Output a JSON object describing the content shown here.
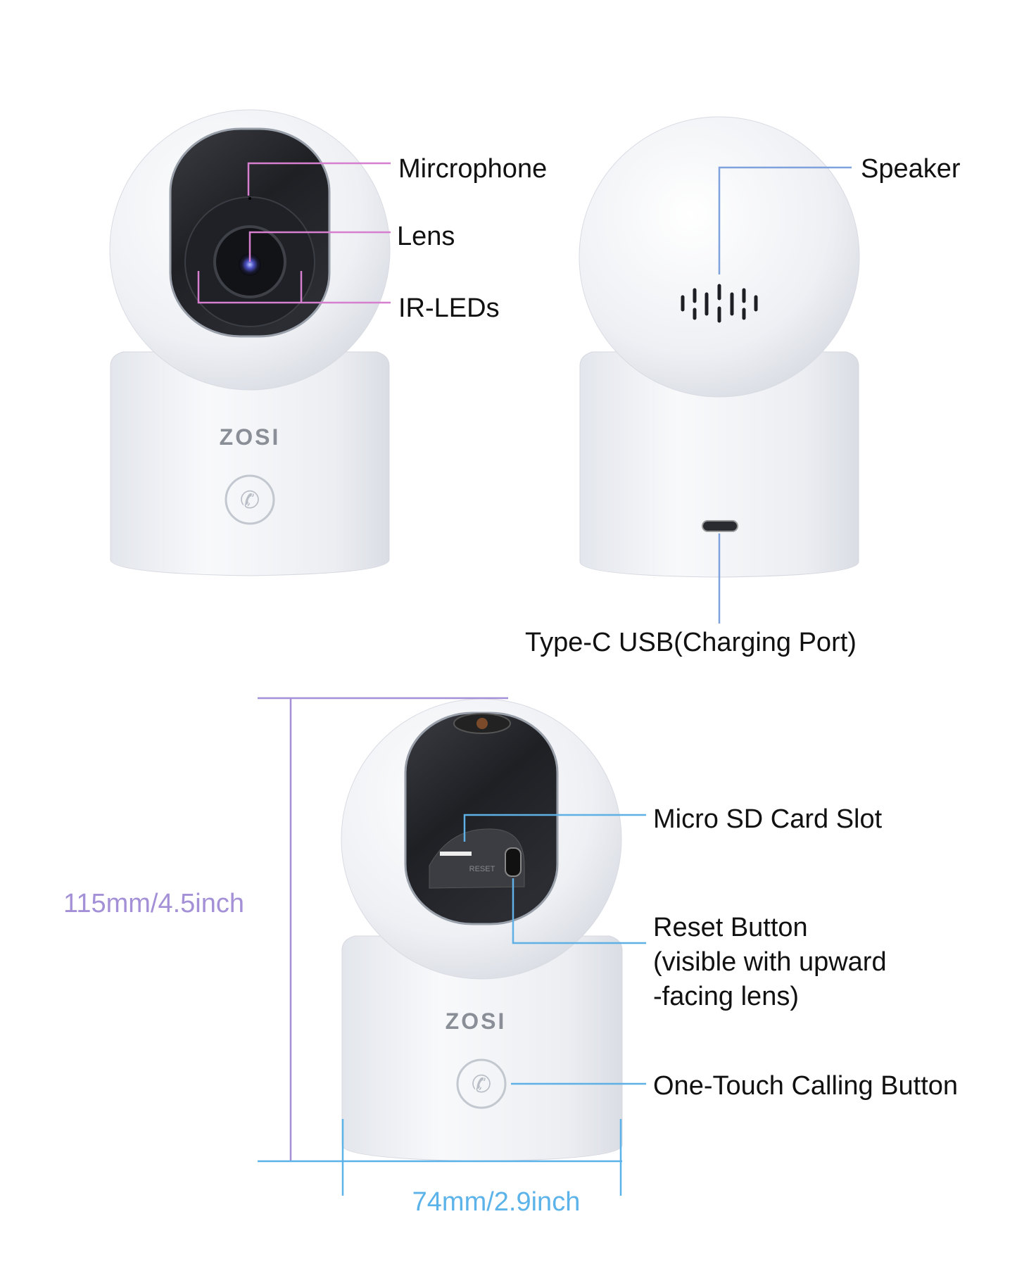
{
  "brand": "ZOSI",
  "front_view": {
    "labels": {
      "microphone": "Mircrophone",
      "lens": "Lens",
      "ir_leds": "IR-LEDs"
    },
    "callout_color": "#d67fcf"
  },
  "back_view": {
    "labels": {
      "speaker": "Speaker",
      "usb": "Type-C USB(Charging Port)"
    },
    "callout_color": "#7fa2dc"
  },
  "tilted_view": {
    "labels": {
      "sd_slot": "Micro SD Card Slot",
      "reset_line1": "Reset Button",
      "reset_line2": "(visible with upward",
      "reset_line3": "-facing lens)",
      "call_button": "One-Touch Calling Button",
      "reset_print": "RESET"
    },
    "callout_color": "#5eb0e5"
  },
  "dimensions": {
    "height": "115mm/4.5inch",
    "width": "74mm/2.9inch",
    "height_color": "#a390d6",
    "width_color": "#5cb3ea"
  }
}
